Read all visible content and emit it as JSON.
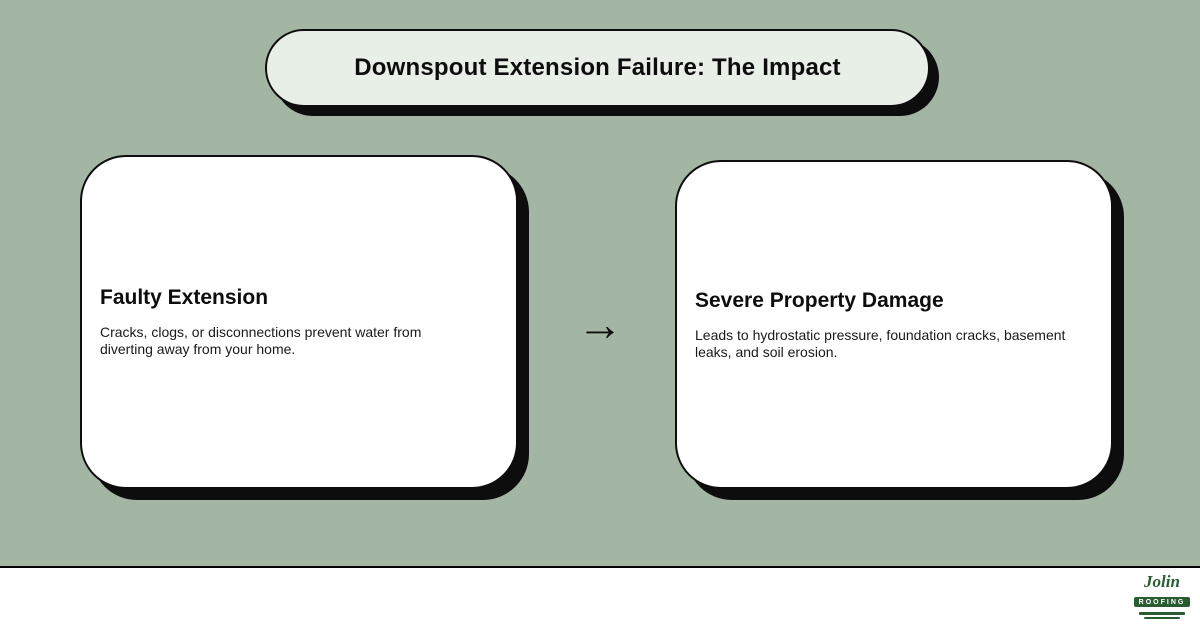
{
  "banner": {
    "title": "Downspout Extension Failure: The Impact"
  },
  "cards": [
    {
      "title": "Faulty Extension",
      "body": "Cracks, clogs, or disconnections prevent water from diverting away from your home."
    },
    {
      "title": "Severe Property Damage",
      "body": "Leads to hydrostatic pressure, foundation cracks, basement leaks, and soil erosion."
    }
  ],
  "arrow": {
    "glyph": "→"
  },
  "footer": {
    "logo": {
      "name": "Jolin",
      "subtitle": "ROOFING"
    }
  },
  "colors": {
    "background": "#a2b6a3",
    "banner_fill": "#e7efe7",
    "card_fill": "#ffffff",
    "ink": "#0d0d0d",
    "logo_green": "#2a5c32"
  }
}
